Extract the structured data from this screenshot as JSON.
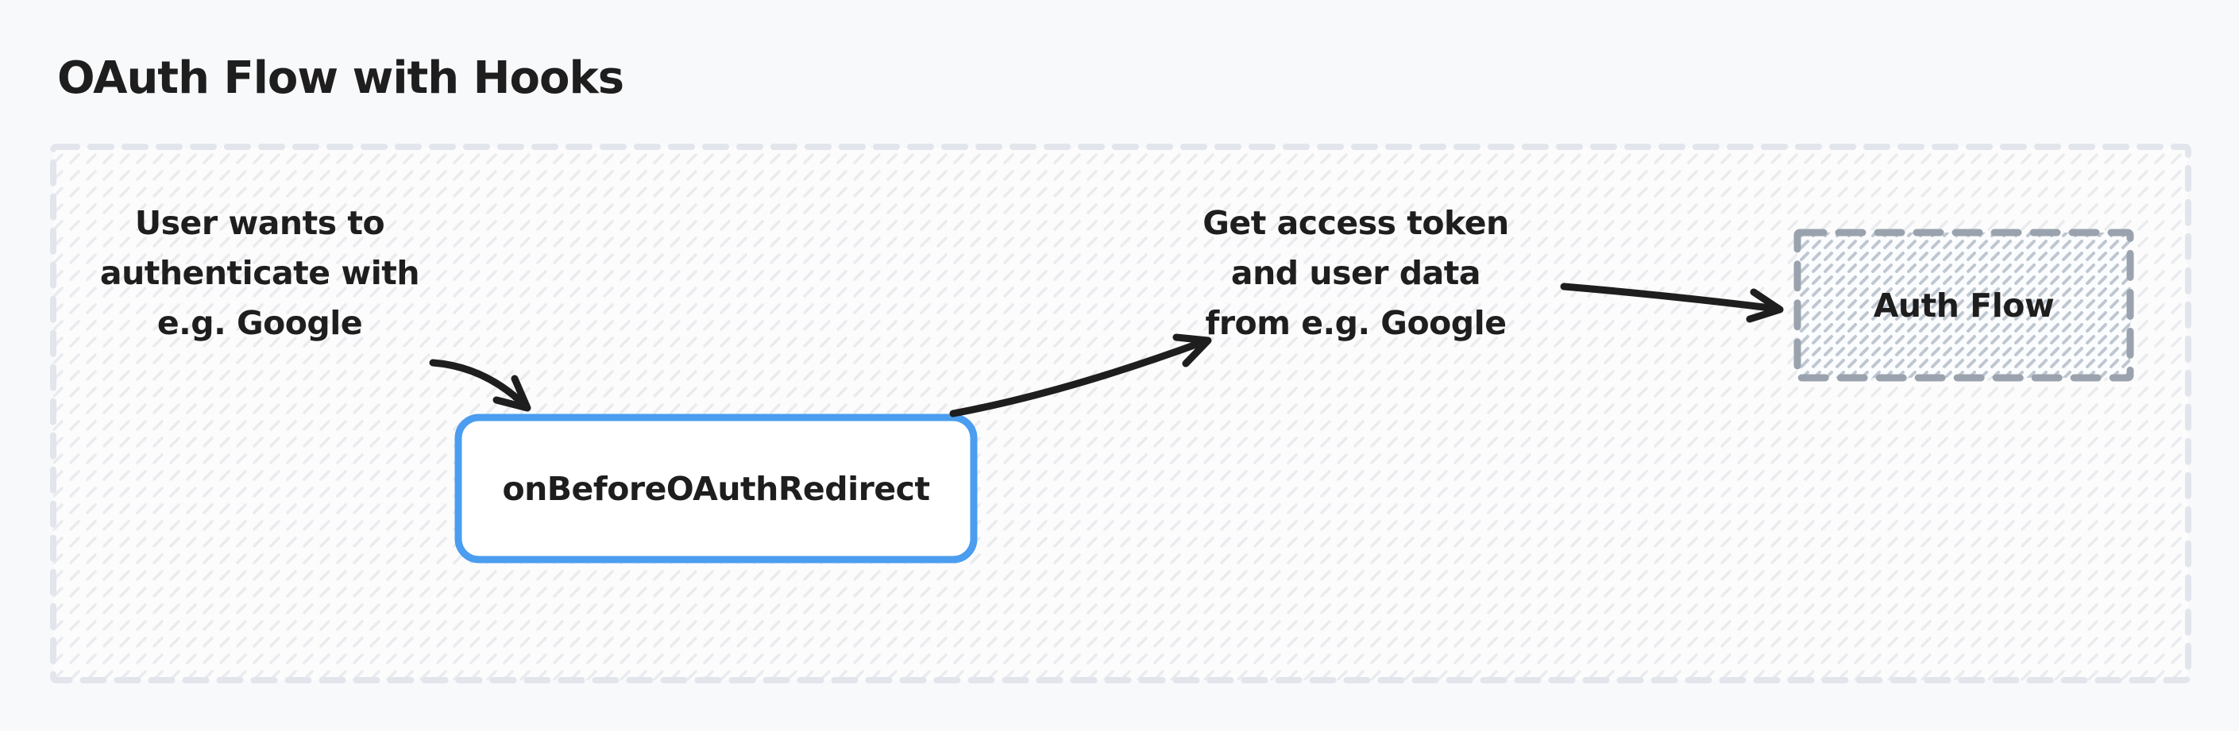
{
  "title": "OAuth Flow with Hooks",
  "colors": {
    "page_background": "#f8f9fb",
    "ink": "#1e1e1e",
    "accent_blue": "#4a9def",
    "muted_gray": "#9aa3ad",
    "container_dash": "#e2e5eb",
    "container_fill_base": "#fcfcfd",
    "light_hatch": "#e9ebef",
    "dense_hatch": "#bfc7d1",
    "node_fill": "#ffffff"
  },
  "diagram": {
    "container": {
      "style": "dashed-border hatched group frame"
    },
    "nodes": {
      "user_note": {
        "text": "User wants to\nauthenticate with\ne.g. Google"
      },
      "hook_box": {
        "label": "onBeforeOAuthRedirect"
      },
      "token_note": {
        "text": "Get access token\nand user data\nfrom e.g. Google"
      },
      "auth_flow_box": {
        "label": "Auth Flow"
      }
    },
    "edges": [
      {
        "from": "user_note",
        "to": "hook_box"
      },
      {
        "from": "hook_box",
        "to": "token_note"
      },
      {
        "from": "token_note",
        "to": "auth_flow_box"
      }
    ]
  }
}
